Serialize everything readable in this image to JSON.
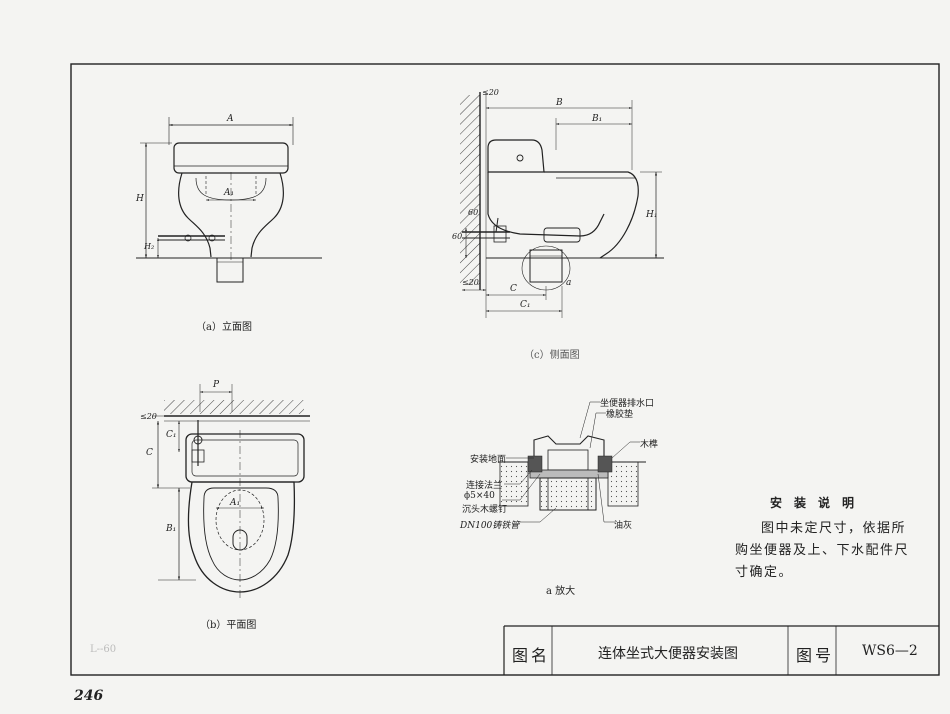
{
  "page_number": "246",
  "corner_mark": "L--60",
  "views": {
    "front": {
      "caption": "（a）立面图",
      "dims": {
        "a": "A",
        "a1": "A₁",
        "h": "H",
        "h2": "H₂"
      }
    },
    "side": {
      "caption": "（c）侧面图",
      "dims": {
        "lim_top": "≤20",
        "b": "B",
        "b1": "B₁",
        "h1": "H₁",
        "d60": "60",
        "d60b": "60",
        "lim_bot": "≤20",
        "c": "C",
        "c1": "C₁",
        "detail": "a"
      }
    },
    "plan": {
      "caption": "（b）平面图",
      "dims": {
        "p": "P",
        "lim": "≤20",
        "c": "C",
        "c1": "C₁",
        "a1": "A₁",
        "b1": "B₁"
      }
    },
    "detail": {
      "caption": "a 放大",
      "labels": {
        "outlet": "坐便器排水口",
        "gasket": "橡胶垫",
        "wood": "木榫",
        "floor": "安装地面",
        "flange": "连接法兰",
        "screw_size": "ϕ5×40",
        "screw": "沉头木螺钉",
        "pipe": "DN100铸铁管",
        "putty": "油灰"
      }
    }
  },
  "notes": {
    "title": "安装说明",
    "body": "图中未定尺寸，依据所购坐便器及上、下水配件尺寸确定。"
  },
  "title_block": {
    "name_label": "图名",
    "name": "连体坐式大便器安装图",
    "number_label": "图号",
    "number": "WS6—2"
  }
}
